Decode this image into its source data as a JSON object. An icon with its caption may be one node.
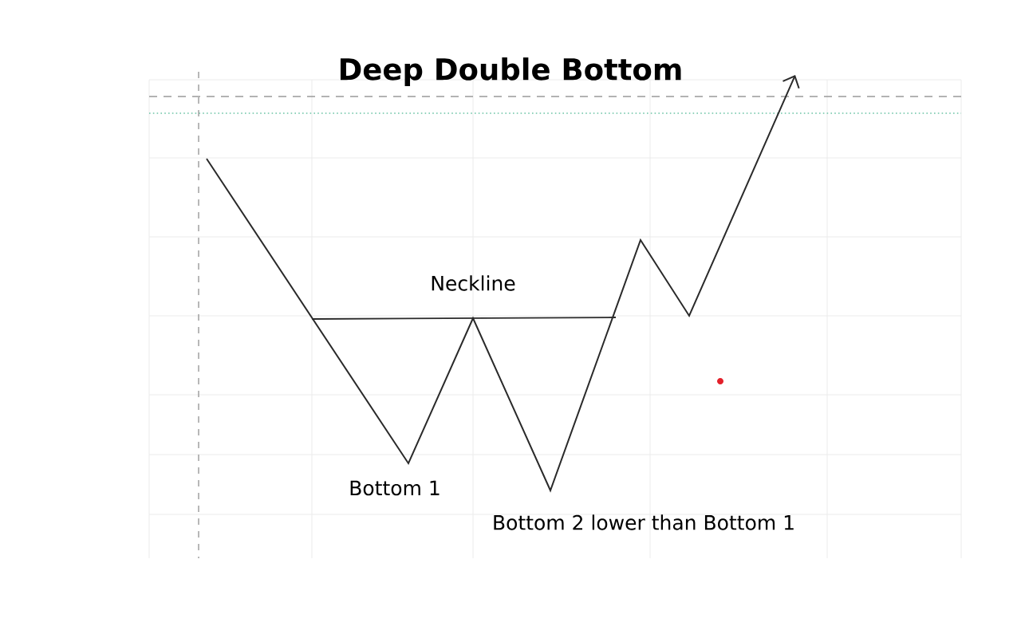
{
  "diagram": {
    "title": "Deep Double Bottom",
    "labels": [
      "Neckline",
      "Bottom 1",
      "Bottom 2 lower than Bottom 1"
    ]
  }
}
